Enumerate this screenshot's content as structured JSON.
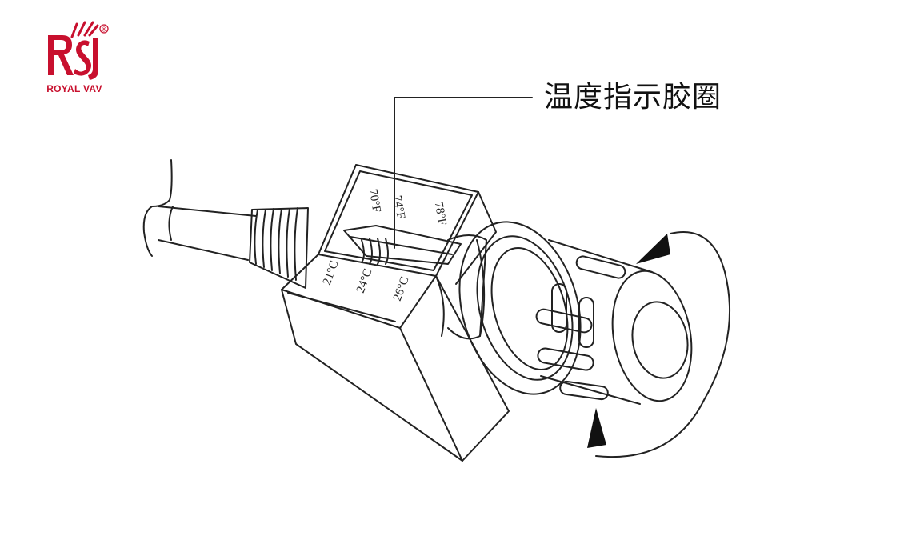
{
  "brand": {
    "logo_text": "RSJ",
    "registered_mark": "®",
    "name": "ROYAL VAV",
    "color": "#c8102e"
  },
  "callout": {
    "label": "温度指示胶圈"
  },
  "scale": {
    "fahrenheit": [
      "70°F",
      "74°F",
      "78°F"
    ],
    "celsius": [
      "21°C",
      "24°C",
      "26°C"
    ]
  },
  "colors": {
    "line": "#222222",
    "background": "#ffffff"
  }
}
